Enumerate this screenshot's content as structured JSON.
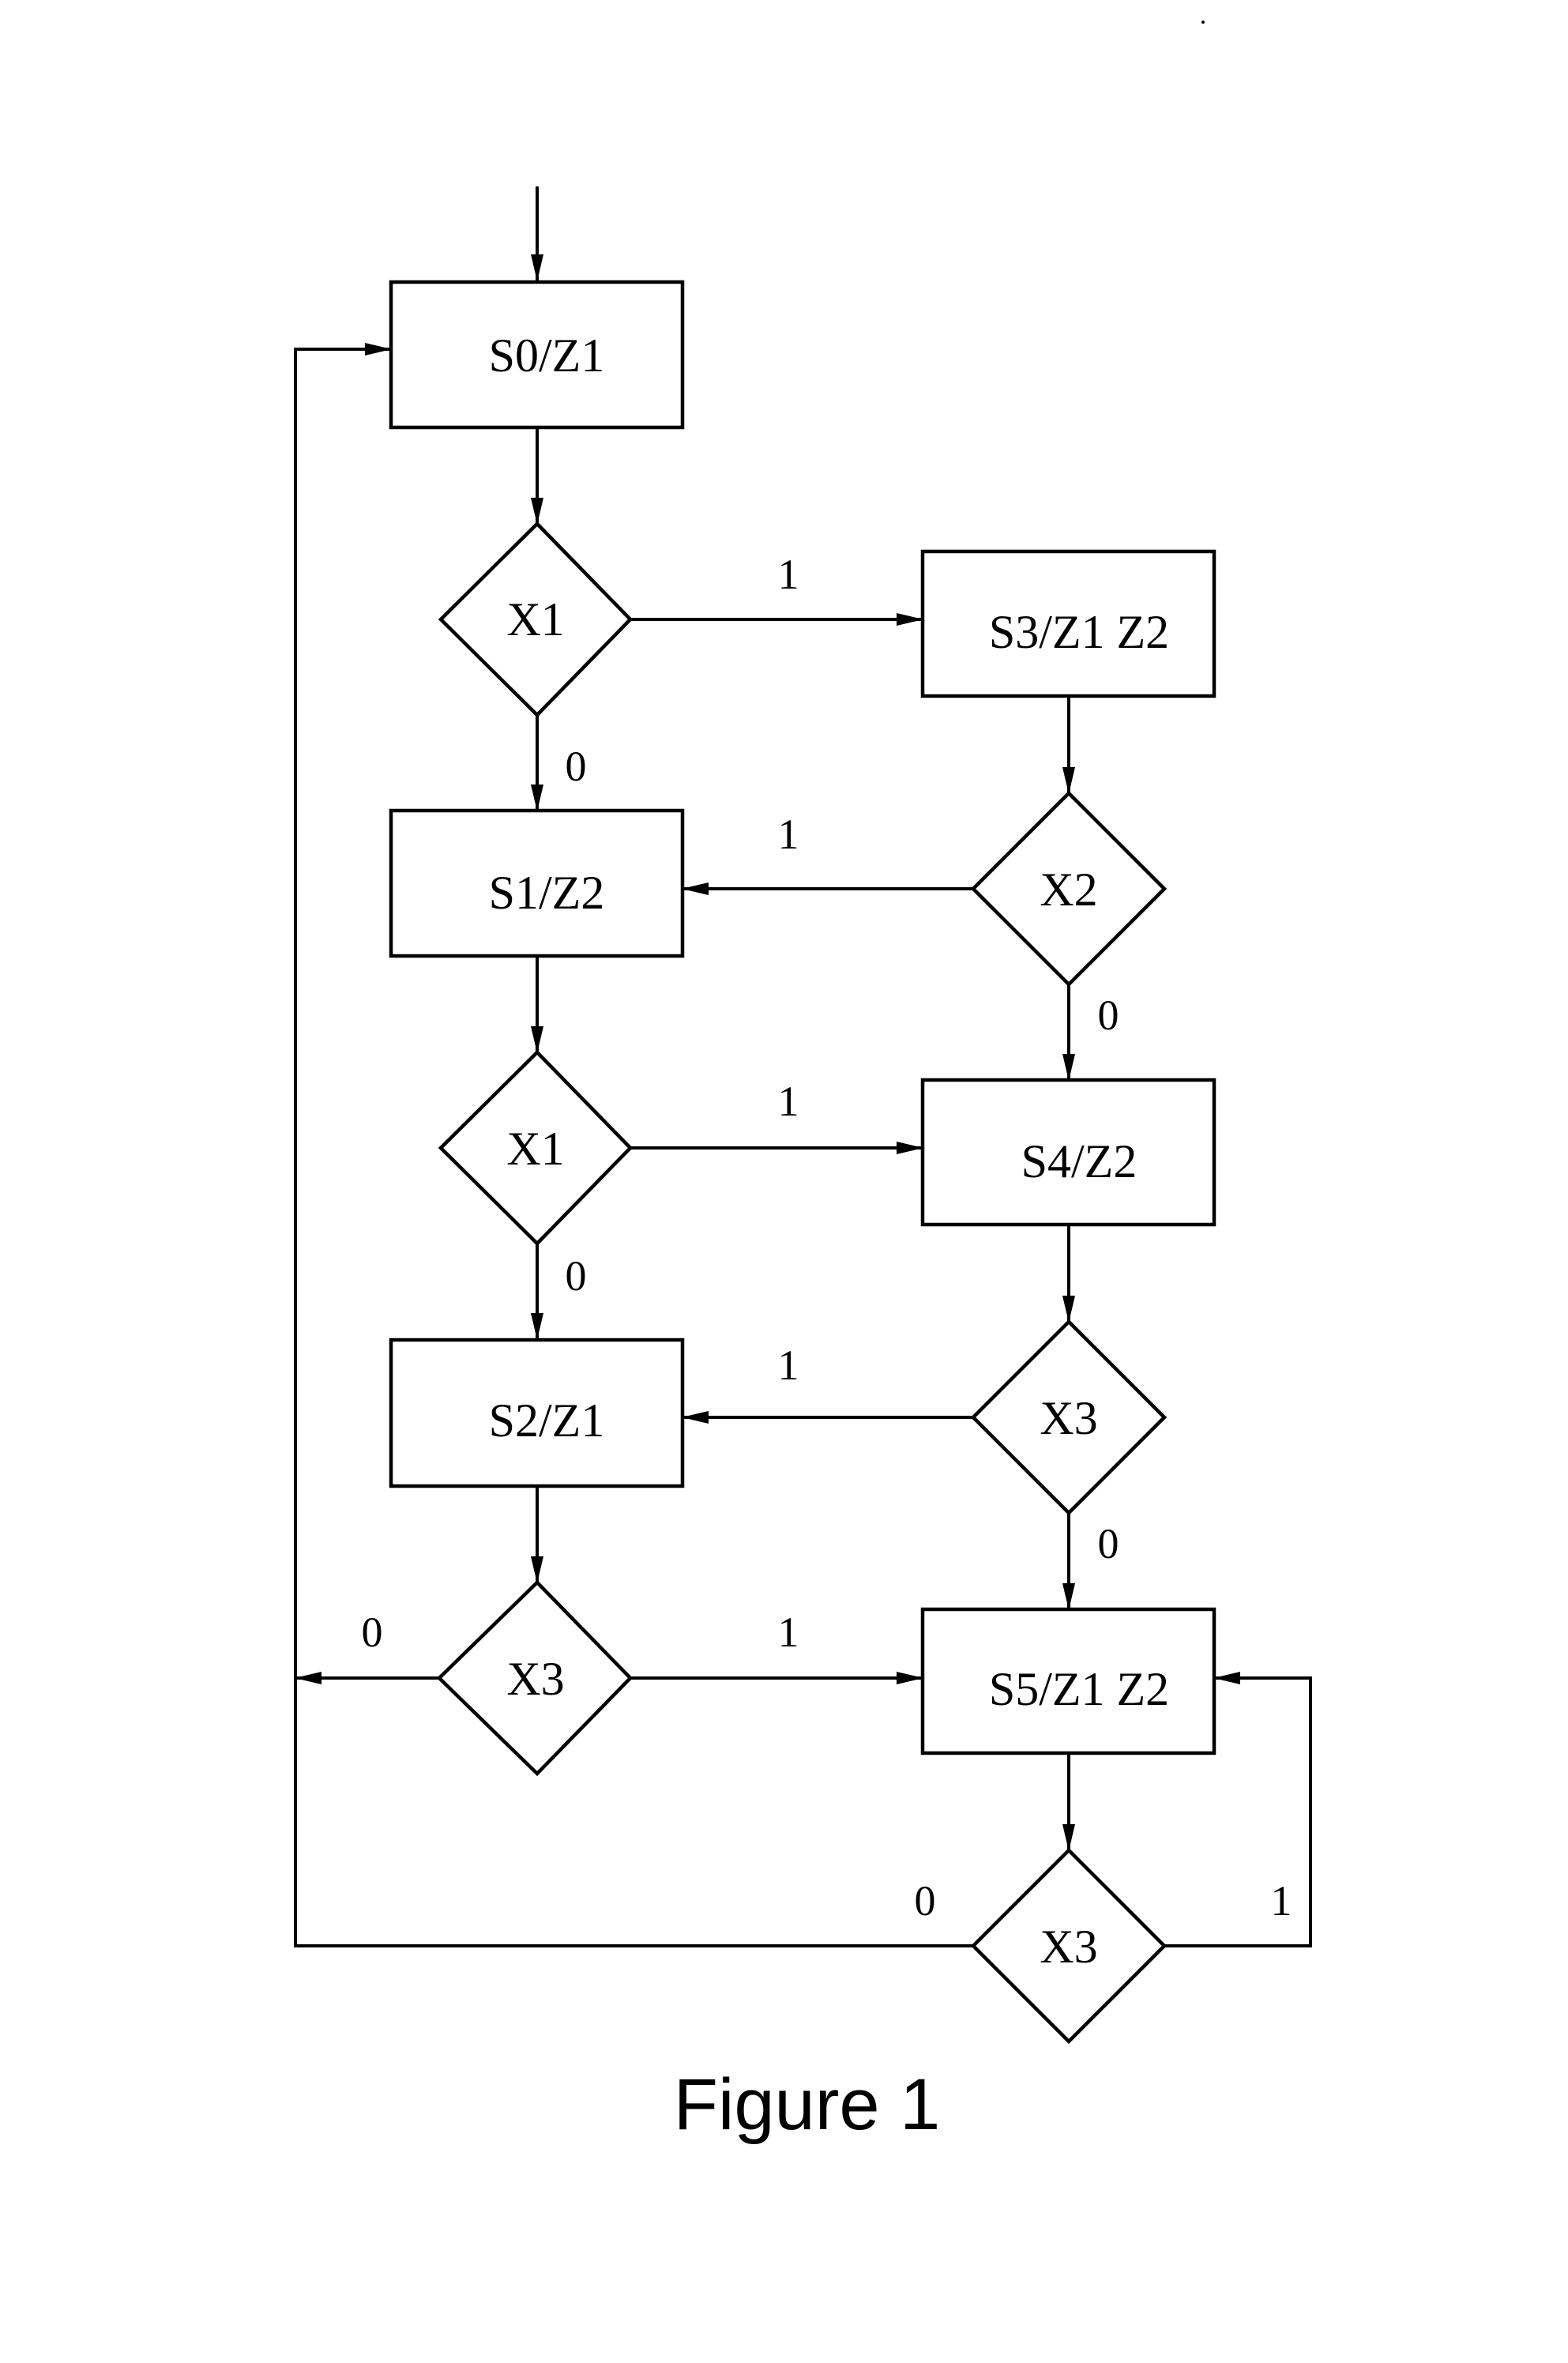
{
  "figure": {
    "caption": "Figure 1",
    "line_color": "#000000",
    "background": "#ffffff"
  },
  "nodes": [
    {
      "id": "S0",
      "type": "state",
      "label": "S0/Z1"
    },
    {
      "id": "D1",
      "type": "decision",
      "label": "X1"
    },
    {
      "id": "S3",
      "type": "state",
      "label": "S3/Z1 Z2"
    },
    {
      "id": "S1",
      "type": "state",
      "label": "S1/Z2"
    },
    {
      "id": "D2",
      "type": "decision",
      "label": "X2"
    },
    {
      "id": "D3",
      "type": "decision",
      "label": "X1"
    },
    {
      "id": "S4",
      "type": "state",
      "label": "S4/Z2"
    },
    {
      "id": "S2",
      "type": "state",
      "label": "S2/Z1"
    },
    {
      "id": "D4",
      "type": "decision",
      "label": "X3"
    },
    {
      "id": "D5",
      "type": "decision",
      "label": "X3"
    },
    {
      "id": "S5",
      "type": "state",
      "label": "S5/Z1 Z2"
    },
    {
      "id": "D6",
      "type": "decision",
      "label": "X3"
    }
  ],
  "edges": [
    {
      "from": "start",
      "to": "S0",
      "label": ""
    },
    {
      "from": "S0",
      "to": "D1",
      "label": ""
    },
    {
      "from": "D1",
      "to": "S3",
      "label": "1"
    },
    {
      "from": "D1",
      "to": "S1",
      "label": "0"
    },
    {
      "from": "S3",
      "to": "D2",
      "label": ""
    },
    {
      "from": "D2",
      "to": "S1",
      "label": "1"
    },
    {
      "from": "D2",
      "to": "S4",
      "label": "0"
    },
    {
      "from": "S1",
      "to": "D3",
      "label": ""
    },
    {
      "from": "D3",
      "to": "S4",
      "label": "1"
    },
    {
      "from": "D3",
      "to": "S2",
      "label": "0"
    },
    {
      "from": "S4",
      "to": "D4",
      "label": ""
    },
    {
      "from": "D4",
      "to": "S2",
      "label": "1"
    },
    {
      "from": "D4",
      "to": "S5",
      "label": "0"
    },
    {
      "from": "S2",
      "to": "D5",
      "label": ""
    },
    {
      "from": "D5",
      "to": "S5",
      "label": "1"
    },
    {
      "from": "D5",
      "to": "S0",
      "label": "0"
    },
    {
      "from": "S5",
      "to": "D6",
      "label": ""
    },
    {
      "from": "D6",
      "to": "S5",
      "label": "1"
    },
    {
      "from": "D6",
      "to": "S0",
      "label": "0"
    }
  ]
}
